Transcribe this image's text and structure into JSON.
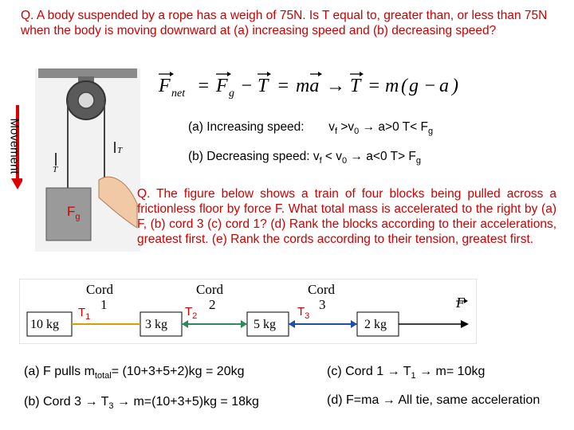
{
  "question1": "Q. A body suspended by a rope has a weigh of 75N. Is T equal to, greater than, or less than 75N when the body is moving downward at (a) increasing speed and (b) decreasing speed?",
  "formula": "F_net = F_g − T = ma → T = m(g − a)",
  "movement_label": "Movement",
  "fg_label": "F",
  "fg_sub": "g",
  "case_a": {
    "label": "(a) Increasing speed:",
    "cond": "v",
    "cond_sub": "f",
    "cond_rest": " >v",
    "v0_sub": "0",
    "result": " a>0  T< F",
    "result_sub": "g"
  },
  "case_b": {
    "label": "(b) Decreasing speed:",
    "cond": "v",
    "cond_sub": "f",
    "cond_rest": " < v",
    "v0_sub": "0",
    "result": " a<0  T> F",
    "result_sub": "g"
  },
  "question2": "Q. The figure below shows a train of four blocks being pulled across a frictionless floor by force F. What total mass is accelerated to the right by (a) F, (b) cord 3 (c) cord 1? (d) Rank the blocks according to their accelerations, greatest first. (e) Rank the cords according to their tension, greatest first.",
  "blocks": [
    "10 kg",
    "3 kg",
    "5 kg",
    "2 kg"
  ],
  "cords": [
    {
      "word": "Cord",
      "num": "1",
      "t": "T",
      "t_sub": "1"
    },
    {
      "word": "Cord",
      "num": "2",
      "t": "T",
      "t_sub": "2"
    },
    {
      "word": "Cord",
      "num": "3",
      "t": "T",
      "t_sub": "3"
    }
  ],
  "force_label": "F",
  "answers": {
    "a_pre": "(a) F pulls m",
    "a_sub": "total",
    "a_post": "= (10+3+5+2)kg = 20kg",
    "b_pre": "(b) Cord 3",
    "b_t": "T",
    "b_sub": "3",
    "b_post": "m=(10+3+5)kg = 18kg",
    "c_pre": "(c) Cord 1",
    "c_t": "T",
    "c_sub": "1",
    "c_post": "m= 10kg",
    "d_pre": "(d) F=ma",
    "d_post": "All tie, same acceleration"
  },
  "colors": {
    "accent_red": "#cc0000",
    "arrow_red": "#dd0000",
    "cord_green": "#2e8b57",
    "cord_blue": "#1f4fa0"
  }
}
